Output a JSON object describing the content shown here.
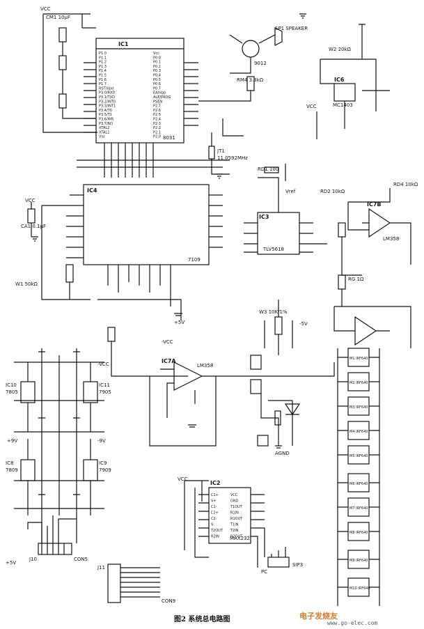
{
  "figure": {
    "caption": "图2  系统总电路图",
    "watermark": "电子发烧友",
    "watermark_url": "www.go-elec.com",
    "ink_color": "#111111",
    "watermark_color": "#d07a2a"
  },
  "components": {
    "speaker": "SP1 SPEAKER",
    "mcu": "IC1",
    "mcu_part": "8031",
    "ic4": "IC4",
    "ic4_part": "7109",
    "ic3": "IC3",
    "ic3_part": "TLV5618",
    "ic6": "IC6",
    "ic6_part": "MC1403",
    "ic7a": "IC7A",
    "ic7a_part": "LM358",
    "ic7b": "IC7B",
    "ic7b_part": "LM358",
    "ic2": "IC2",
    "ic2_part": "MAX232",
    "ic8": "IC8",
    "ic8_part": "7809",
    "ic9": "IC9",
    "ic9_part": "7909",
    "ic10": "IC10",
    "ic10_part": "7805",
    "ic11": "IC11",
    "ic11_part": "7905",
    "crystal": "JT1",
    "crystal_freq": "11.0592MHz",
    "transistor": "9012",
    "mosfets": [
      "M1 IRF640",
      "M2 IRF640",
      "M3 IRF640",
      "M4 IRF640",
      "M5 IRF640",
      "M6 IRF640",
      "M7 IRF640",
      "M8 IRF640",
      "M9 IRF640",
      "M10 IRF640"
    ]
  },
  "labels": {
    "vcc": "VCC",
    "plus5v": "+5V",
    "minus5v": "-5V",
    "plus9v": "+9V",
    "minus9v": "-9V",
    "minus_vcc": "-VCC",
    "agnd": "AGND",
    "vref": "Vref",
    "pc": "PC",
    "sip3": "SIP3",
    "con5": "CON5",
    "con9": "CON9",
    "j10": "J10",
    "j11": "J11",
    "ca1": "CA1 0.1μF",
    "cm1": "CM1 10μF",
    "rd1": "RD1 100",
    "rd2": "RD2 10kΩ",
    "rd4": "RD4 10kΩ",
    "rm4": "RM4 3.3kΩ",
    "rg": "RG 1Ω",
    "w1": "W1 50kΩ",
    "w2": "W2 20kΩ",
    "w3": "W3 10K/1%"
  },
  "mcu_pins_left": [
    "P1.0",
    "P1.1",
    "P1.2",
    "P1.3",
    "P1.4",
    "P1.5",
    "P1.6",
    "P1.7",
    "RST/Vpd",
    "P3.0/RXD",
    "P3.1/TXD",
    "P3.2/INT0",
    "P3.3/INT1",
    "P3.4/T0",
    "P3.5/T1",
    "P3.6/WR",
    "P3.7/RD",
    "XTAL2",
    "XTAL1",
    "Vss"
  ],
  "mcu_pins_right": [
    "Vcc",
    "P0.0",
    "P0.1",
    "P0.2",
    "P0.3",
    "P0.4",
    "P0.5",
    "P0.6",
    "P0.7",
    "EA/Vpp",
    "ALE/PROG",
    "PSEN",
    "P2.7",
    "P2.6",
    "P2.5",
    "P2.4",
    "P2.3",
    "P2.2",
    "P2.1",
    "P2.0"
  ],
  "max232_pins": [
    "C1+",
    "V+",
    "C1-",
    "C2+",
    "C2-",
    "V-",
    "T2OUT",
    "R2IN",
    "VCC",
    "GND",
    "T1OUT",
    "R1IN",
    "R1OUT",
    "T1IN",
    "T2IN",
    "R2OUT"
  ]
}
